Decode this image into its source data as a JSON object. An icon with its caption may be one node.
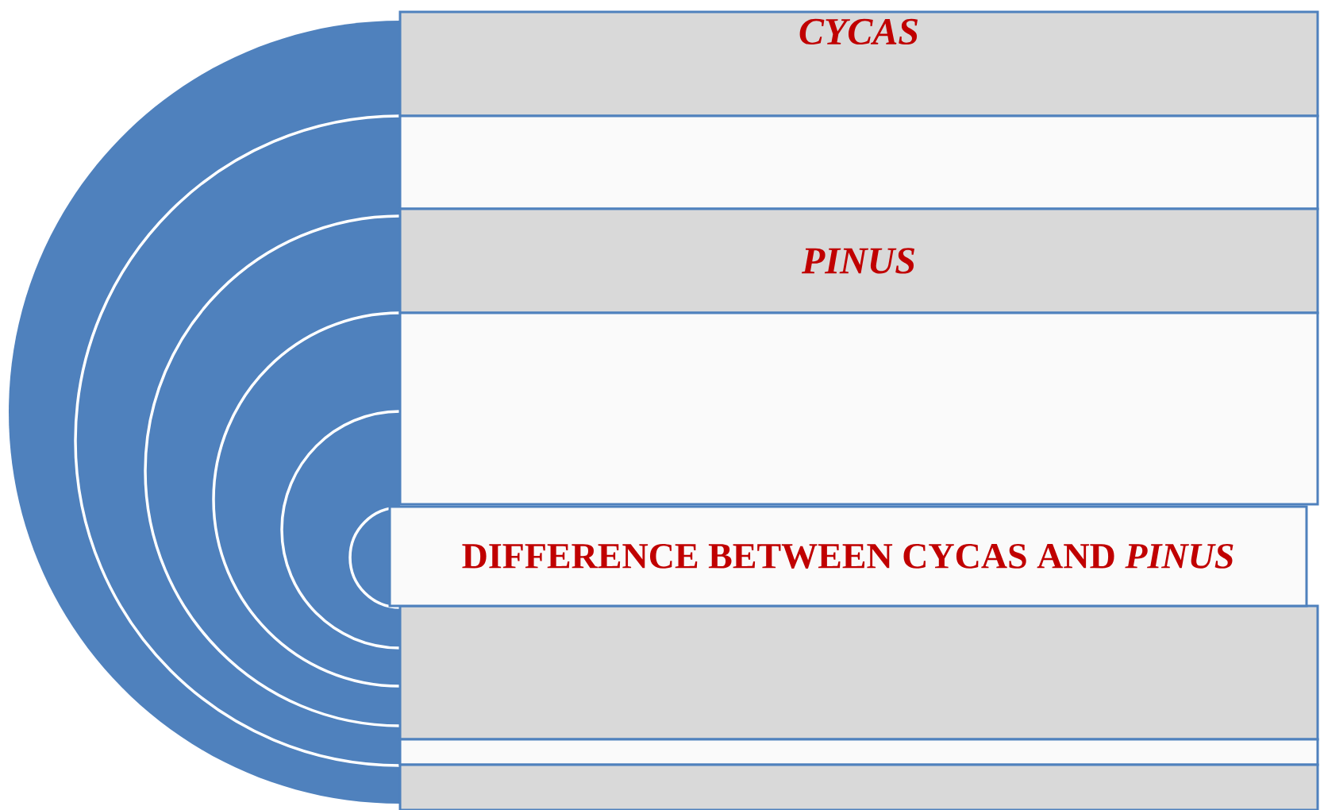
{
  "diagram": {
    "nodes": [
      {
        "text": [
          "CYCAS"
        ]
      },
      {
        "text": [],
        "shape": "box"
      },
      {
        "text": [
          "PINUS"
        ]
      },
      {
        "text": [],
        "shape": "box"
      },
      {
        "text": [
          "DIFFERENCE BETWEEN CYCAS AND *PINUS*"
        ]
      },
      {
        "text": [],
        "shape": "box"
      },
      {
        "text": [],
        "shape": "box"
      },
      {
        "text": [],
        "shape": "box"
      }
    ]
  }
}
